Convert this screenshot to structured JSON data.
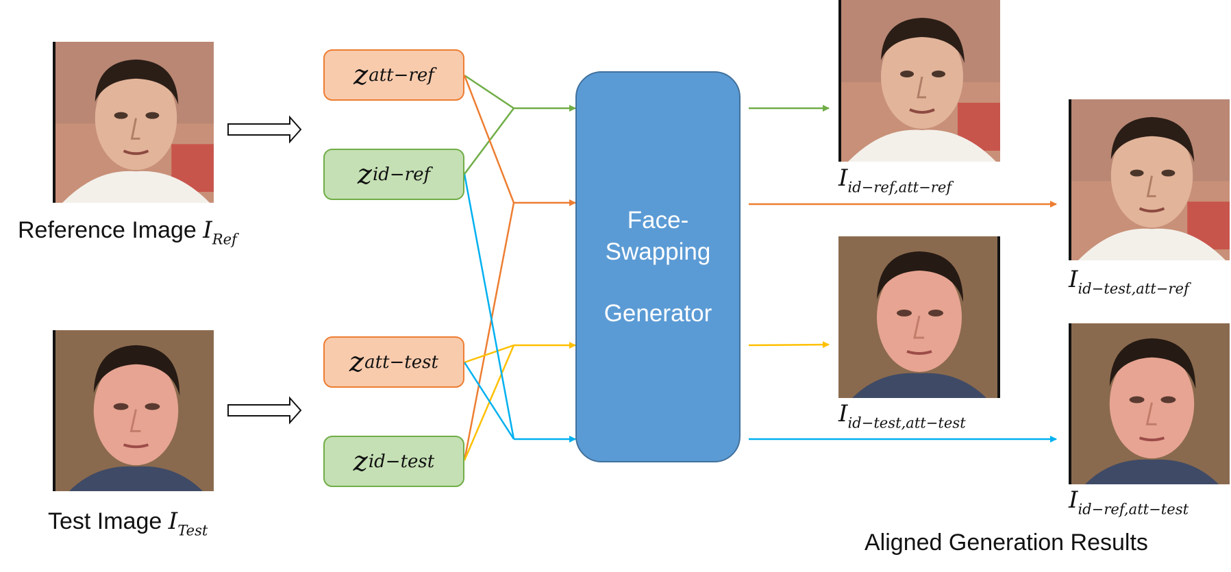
{
  "inputs": {
    "reference": {
      "label_text": "Reference Image ",
      "label_var": "I",
      "label_sub": "Ref"
    },
    "test": {
      "label_text": "Test Image ",
      "label_var": "I",
      "label_sub": "Test"
    }
  },
  "latents": {
    "att_ref": {
      "var": "z",
      "sub": "att−ref"
    },
    "id_ref": {
      "var": "z",
      "sub": "id−ref"
    },
    "att_test": {
      "var": "z",
      "sub": "att−test"
    },
    "id_test": {
      "var": "z",
      "sub": "id−test"
    }
  },
  "generator": {
    "line1": "Face-",
    "line2": "Swapping",
    "line3": "Generator"
  },
  "outputs": {
    "id_ref_att_ref": {
      "var": "I",
      "sub": "id−ref,att−ref"
    },
    "id_test_att_ref": {
      "var": "I",
      "sub": "id−test,att−ref"
    },
    "id_test_att_test": {
      "var": "I",
      "sub": "id−test,att−test"
    },
    "id_ref_att_test": {
      "var": "I",
      "sub": "id−ref,att−test"
    }
  },
  "aligned_caption": "Aligned Generation Results",
  "colors": {
    "att_fill": "#f8cbad",
    "att_border": "#ed7d31",
    "id_fill": "#c5e0b4",
    "id_border": "#70ad47",
    "generator": "#5b9bd5",
    "wire_green": "#70ad47",
    "wire_orange": "#ed7d31",
    "wire_yellow": "#ffc000",
    "wire_blue": "#00b0f0"
  }
}
